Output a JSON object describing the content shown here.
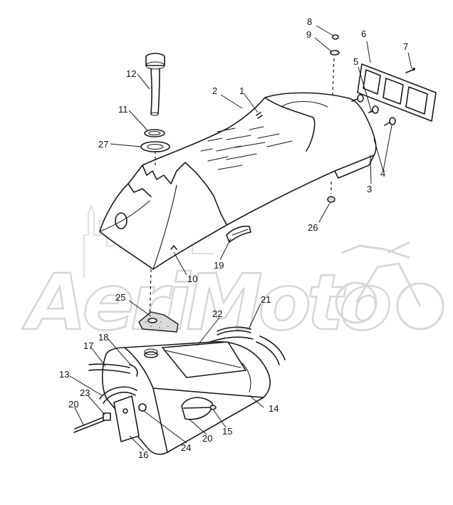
{
  "watermark": {
    "text": "AeriMoto",
    "color": "#d6d6d6"
  },
  "callouts": [
    {
      "id": "8",
      "label": "8"
    },
    {
      "id": "9",
      "label": "9"
    },
    {
      "id": "6",
      "label": "6"
    },
    {
      "id": "7",
      "label": "7"
    },
    {
      "id": "5",
      "label": "5"
    },
    {
      "id": "12",
      "label": "12"
    },
    {
      "id": "2",
      "label": "2"
    },
    {
      "id": "1",
      "label": "1"
    },
    {
      "id": "11",
      "label": "11"
    },
    {
      "id": "27",
      "label": "27"
    },
    {
      "id": "4",
      "label": "4"
    },
    {
      "id": "3",
      "label": "3"
    },
    {
      "id": "26",
      "label": "26"
    },
    {
      "id": "19",
      "label": "19"
    },
    {
      "id": "10",
      "label": "10"
    },
    {
      "id": "25",
      "label": "25"
    },
    {
      "id": "21",
      "label": "21"
    },
    {
      "id": "22",
      "label": "22"
    },
    {
      "id": "18",
      "label": "18"
    },
    {
      "id": "17",
      "label": "17"
    },
    {
      "id": "13",
      "label": "13"
    },
    {
      "id": "23",
      "label": "23"
    },
    {
      "id": "20a",
      "label": "20"
    },
    {
      "id": "14",
      "label": "14"
    },
    {
      "id": "15",
      "label": "15"
    },
    {
      "id": "20b",
      "label": "20"
    },
    {
      "id": "24",
      "label": "24"
    },
    {
      "id": "16",
      "label": "16"
    }
  ]
}
